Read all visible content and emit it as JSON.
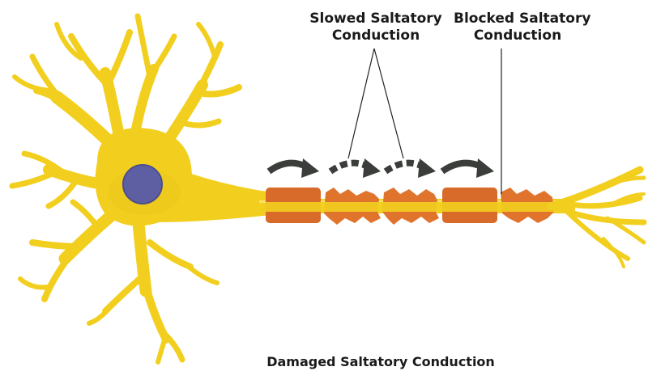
{
  "labels": {
    "slowed_line1": "Slowed Saltatory",
    "slowed_line2": "Conduction",
    "blocked_line1": "Blocked Saltatory",
    "blocked_line2": "Conduction",
    "caption": "Damaged Saltatory Conduction"
  },
  "colors": {
    "neuron": "#f2cf1f",
    "neuron_shade": "#d9b30f",
    "nucleus": "#5e5fa3",
    "myelin_intact": "#d86a2a",
    "myelin_damaged": "#e0742c",
    "arrow": "#3a3d3a",
    "leader_line": "#222222"
  },
  "icons": {
    "intact_segment": "myelin-sheath-intact",
    "damaged_segment": "myelin-sheath-damaged",
    "solid_arrow": "curved-arrow-solid",
    "dashed_arrow": "curved-arrow-dashed"
  }
}
